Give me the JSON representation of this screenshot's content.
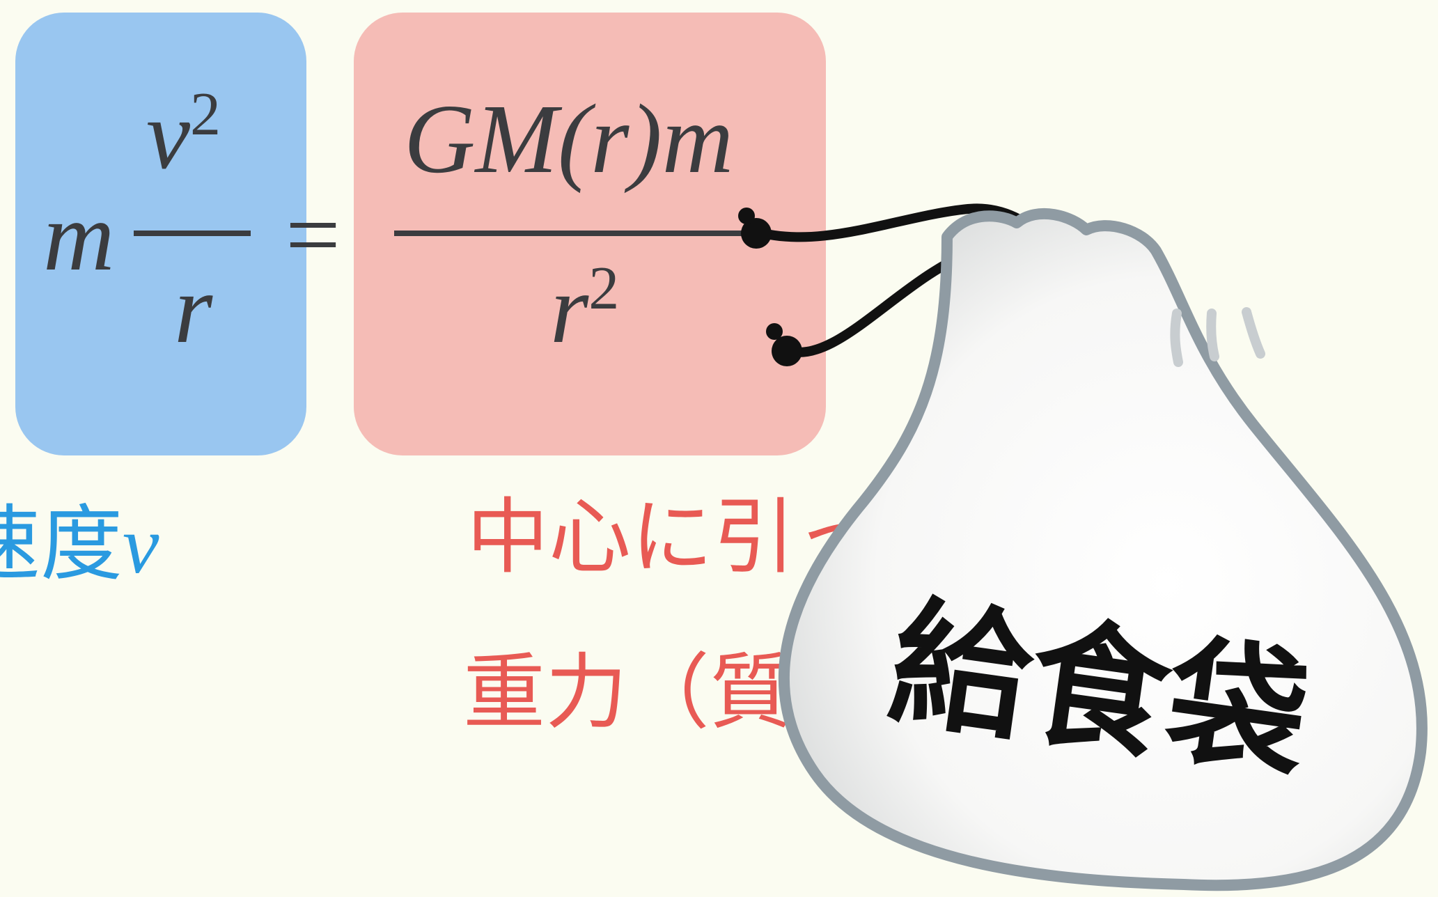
{
  "equation": {
    "lhs_mass": "m",
    "lhs_numerator": "v",
    "lhs_numerator_exp": "2",
    "lhs_denominator": "r",
    "equals": "=",
    "rhs_numerator": "GM(r)m",
    "rhs_denominator": "r",
    "rhs_denominator_exp": "2"
  },
  "labels": {
    "velocity_text": "速度",
    "velocity_var": "v",
    "center_pull": "中心に引っ",
    "gravity": "重力（質"
  },
  "bag": {
    "text": "給食袋",
    "icon": "drawstring-bag-icon"
  },
  "colors": {
    "background": "#fbfcf1",
    "left_box": "#99c6f0",
    "right_box": "#f5bcb6",
    "blue_text": "#2a9ae0",
    "red_text": "#e85a54",
    "math_text": "#3b3c3f"
  }
}
